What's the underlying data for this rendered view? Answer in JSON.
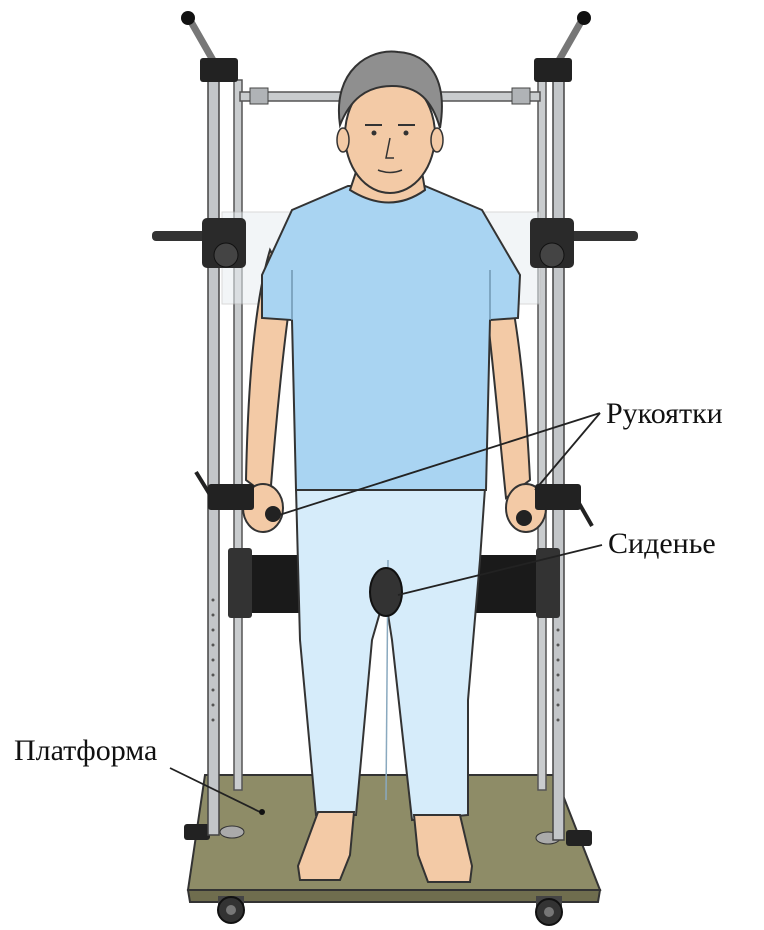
{
  "labels": {
    "handles": "Рукоятки",
    "seat": "Сиденье",
    "platform": "Платформа"
  },
  "colors": {
    "shirt": "#a9d4f2",
    "pants": "#d6ecfa",
    "skin": "#f3caa6",
    "hair": "#8f8f8f",
    "platform_top": "#8e8c67",
    "platform_side": "#6f6d4e",
    "frame_metal": "#c3c6c9",
    "dark_parts": "#222222"
  }
}
